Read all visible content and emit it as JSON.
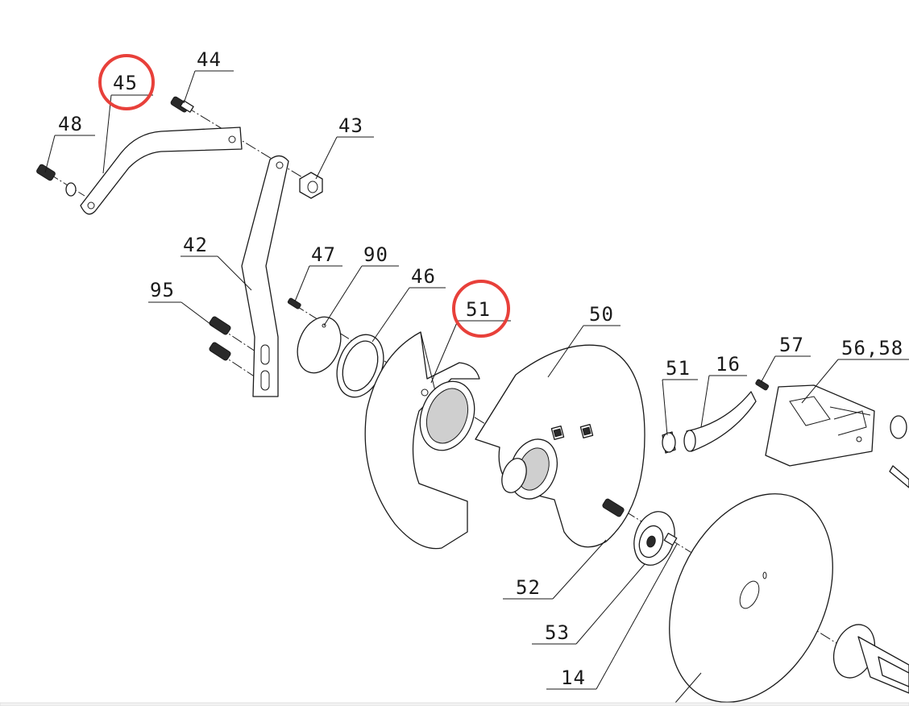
{
  "highlight_color": "#e8403a",
  "callouts": [
    {
      "id": "44",
      "label": "44"
    },
    {
      "id": "45",
      "label": "45",
      "highlighted": true
    },
    {
      "id": "48",
      "label": "48"
    },
    {
      "id": "43",
      "label": "43"
    },
    {
      "id": "42",
      "label": "42"
    },
    {
      "id": "95",
      "label": "95"
    },
    {
      "id": "47",
      "label": "47"
    },
    {
      "id": "90",
      "label": "90"
    },
    {
      "id": "46",
      "label": "46"
    },
    {
      "id": "51a",
      "label": "51",
      "highlighted": true
    },
    {
      "id": "50",
      "label": "50"
    },
    {
      "id": "51b",
      "label": "51"
    },
    {
      "id": "16",
      "label": "16"
    },
    {
      "id": "57",
      "label": "57"
    },
    {
      "id": "5658",
      "label": "56,58"
    },
    {
      "id": "52",
      "label": "52"
    },
    {
      "id": "53",
      "label": "53"
    },
    {
      "id": "14",
      "label": "14"
    }
  ]
}
